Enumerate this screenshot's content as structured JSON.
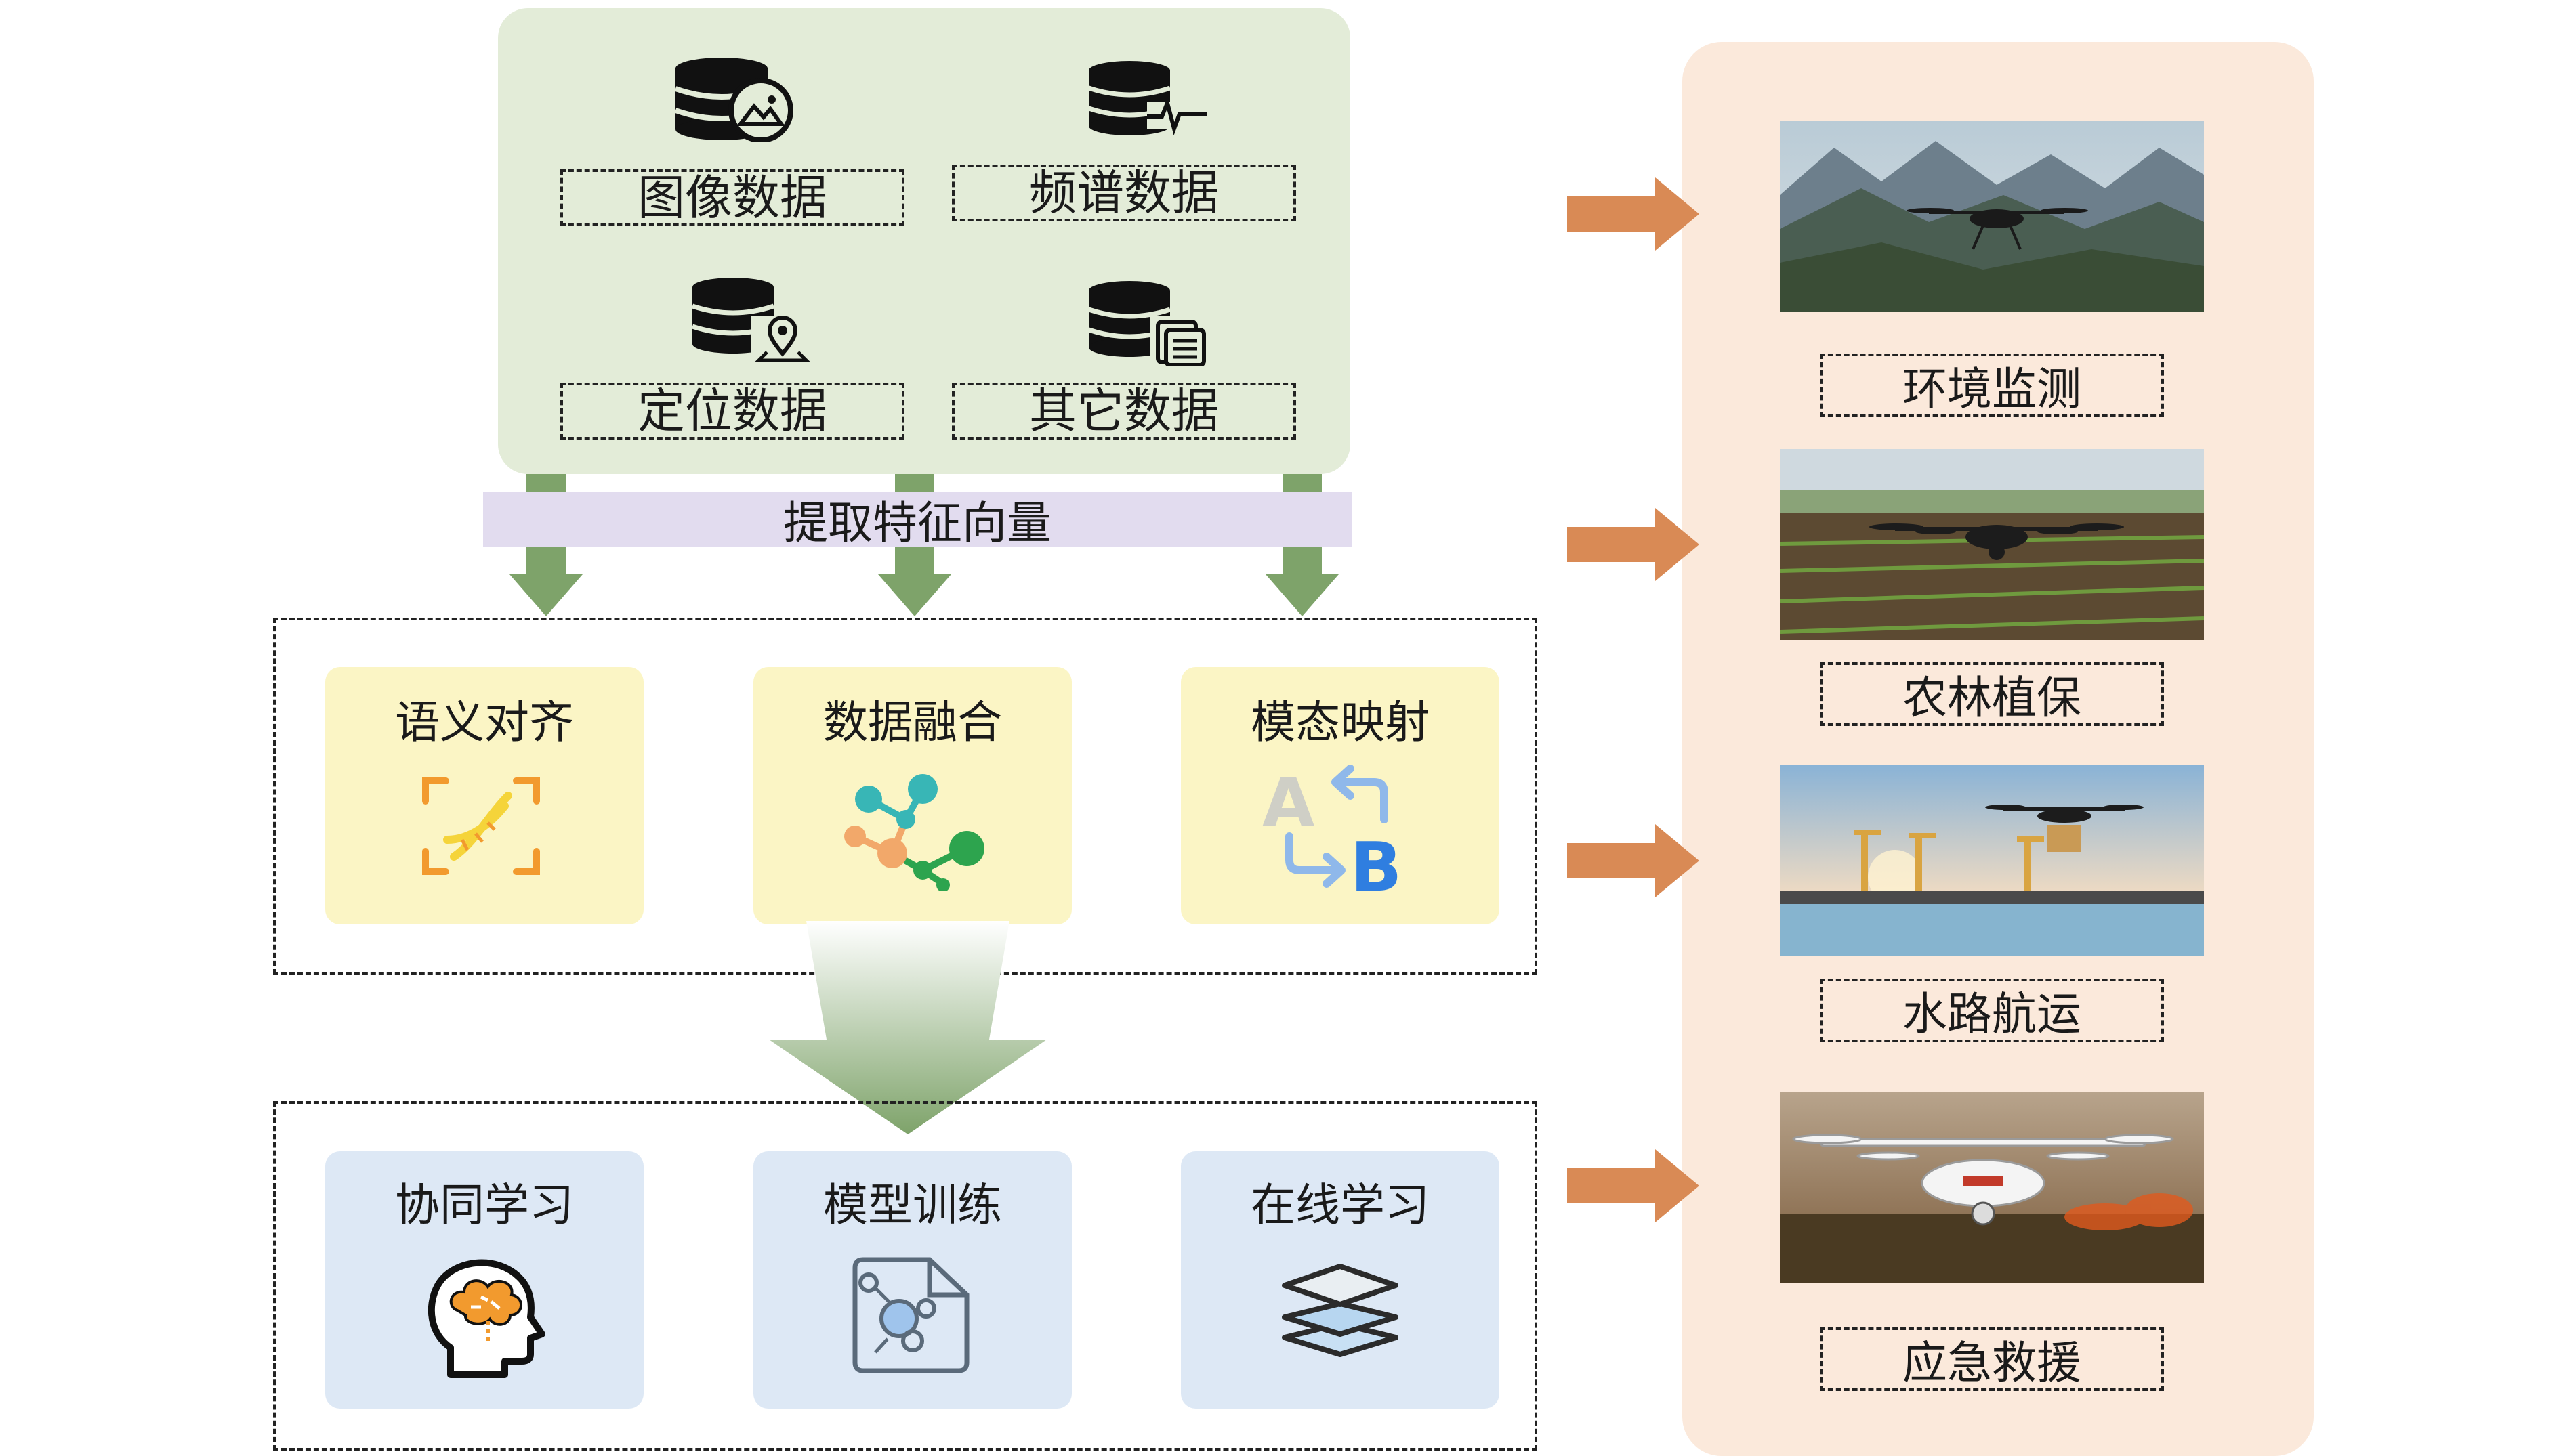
{
  "data_sources": {
    "image_data": "图像数据",
    "spectrum_data": "频谱数据",
    "location_data": "定位数据",
    "other_data": "其它数据"
  },
  "feature_bar": "提取特征向量",
  "fusion_methods": {
    "semantic_alignment": "语义对齐",
    "data_fusion": "数据融合",
    "modal_mapping": "模态映射"
  },
  "learning_methods": {
    "collaborative_learning": "协同学习",
    "model_training": "模型训练",
    "online_learning": "在线学习"
  },
  "applications": {
    "environment_monitoring": "环境监测",
    "agriculture_forestry": "农林植保",
    "waterway_shipping": "水路航运",
    "emergency_rescue": "应急救援"
  },
  "mapping_icon_letters": {
    "a": "A",
    "b": "B"
  },
  "colors": {
    "data_panel": "#e3ecd8",
    "feature_bar": "#e2dcef",
    "green_arrow": "#7ea36a",
    "orange_arrow": "#d98a55",
    "app_panel": "#fbe9db",
    "yellow_card": "#fbf5c5",
    "blue_card": "#dde8f5"
  }
}
